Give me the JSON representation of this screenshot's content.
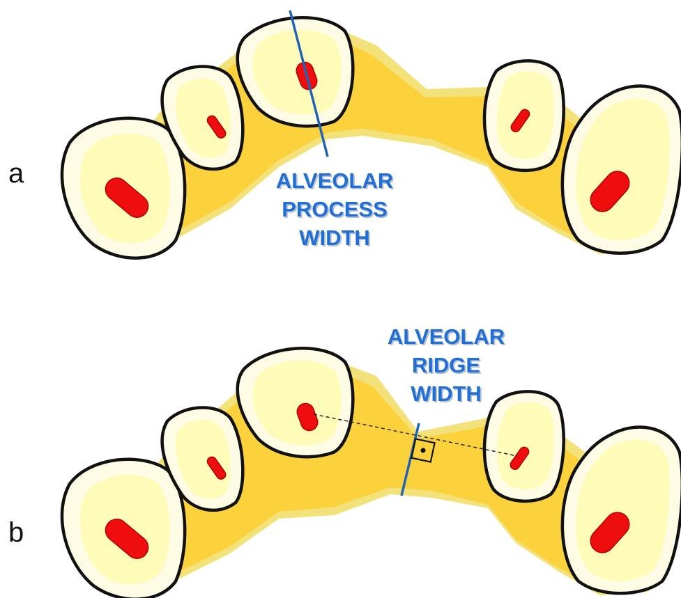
{
  "panels": [
    {
      "letter": "a",
      "annotation_lines": [
        "ALVEOLAR",
        "PROCESS",
        "WIDTH"
      ]
    },
    {
      "letter": "b",
      "annotation_lines": [
        "ALVEOLAR",
        "RIDGE",
        "WIDTH"
      ]
    }
  ],
  "colors": {
    "bone": "#fbd13c",
    "crown_outline": "#111111",
    "crown_fill": "#fffce6",
    "root": "#ee0e0e",
    "measurement_line": "#1f62b8",
    "annotation_text": "#1f6fd6"
  }
}
